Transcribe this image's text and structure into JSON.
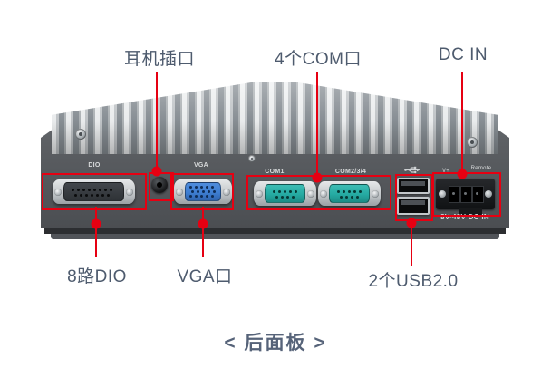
{
  "caption": "< 后面板 >",
  "callouts": {
    "top": [
      {
        "id": "headphone",
        "label": "耳机插口"
      },
      {
        "id": "com-ports",
        "label": "4个COM口"
      },
      {
        "id": "dc-in",
        "label": "DC IN"
      }
    ],
    "bottom": [
      {
        "id": "dio",
        "label": "8路DIO"
      },
      {
        "id": "vga",
        "label": "VGA口"
      },
      {
        "id": "usb",
        "label": "2个USB2.0"
      }
    ]
  },
  "panel": {
    "dio_label": "DIO",
    "vga_label": "VGA",
    "com1_label": "COM1",
    "com234_label": "COM2/3/4",
    "dc_vplus": "V+",
    "dc_remote": "Remote",
    "dc_rating": "8V-48V DC IN"
  },
  "icons": {
    "usb_icon": "usb-trident"
  },
  "colors": {
    "annotation_red": "#e60012",
    "label_text": "#4e5b6e",
    "caption_text": "#566379",
    "vga_blue": "#3e7ed2",
    "com_teal": "#25aaa2",
    "panel_text": "#d9dbdc"
  }
}
